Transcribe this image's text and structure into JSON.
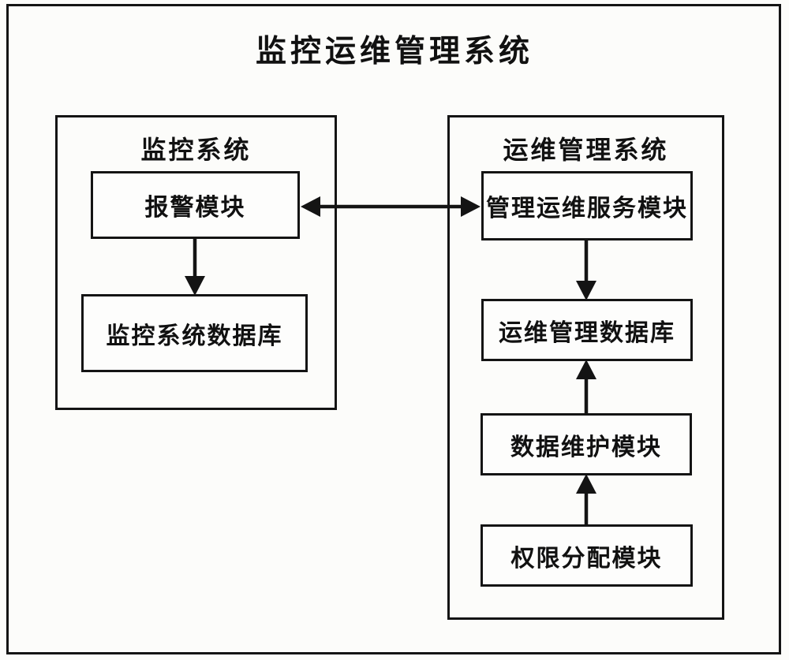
{
  "diagram": {
    "title": "监控运维管理系统",
    "monitoring_group": {
      "title": "监控系统",
      "alarm_module": "报警模块",
      "database_module": "监控系统数据库"
    },
    "ops_group": {
      "title": "运维管理系统",
      "service_module": "管理运维服务模块",
      "database_module": "运维管理数据库",
      "maintenance_module": "数据维护模块",
      "permission_module": "权限分配模块"
    },
    "connections": [
      {
        "from": "报警模块",
        "to": "管理运维服务模块",
        "type": "bidirectional"
      },
      {
        "from": "报警模块",
        "to": "监控系统数据库",
        "type": "one-way-down"
      },
      {
        "from": "管理运维服务模块",
        "to": "运维管理数据库",
        "type": "one-way-down"
      },
      {
        "from": "数据维护模块",
        "to": "运维管理数据库",
        "type": "one-way-up"
      },
      {
        "from": "权限分配模块",
        "to": "数据维护模块",
        "type": "one-way-up"
      }
    ],
    "colors": {
      "line": "#141414",
      "background": "#fcfcfa"
    }
  }
}
